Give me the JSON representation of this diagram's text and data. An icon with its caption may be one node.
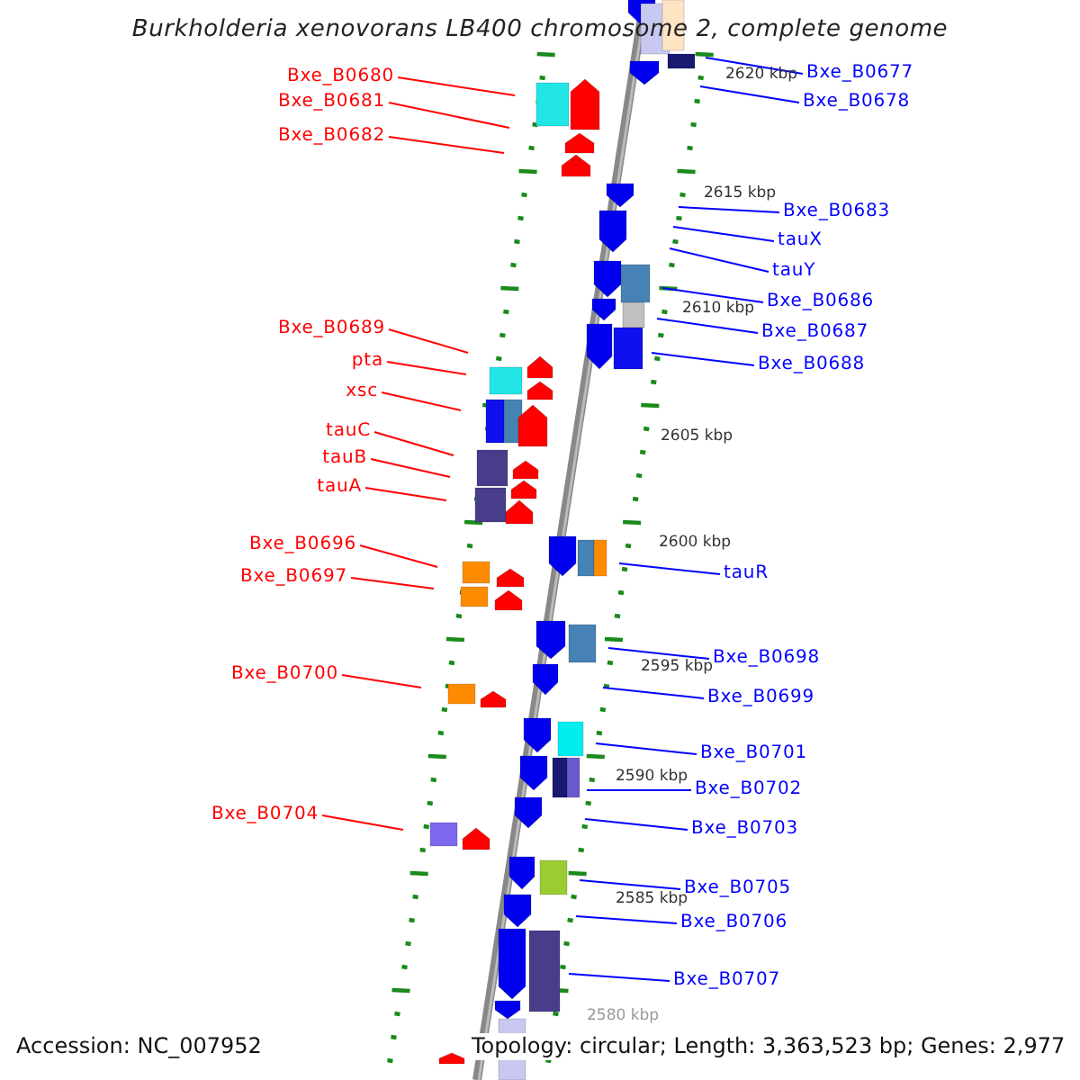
{
  "diagram": {
    "title": "Burkholderia xenovorans LB400 chromosome 2, complete genome",
    "nodes": [
      {
        "text": [
          "Bxe_B0677"
        ]
      },
      {
        "text": [
          "Bxe_B0680"
        ]
      },
      {
        "text": [
          "Bxe_B0678"
        ]
      },
      {
        "text": [
          "Bxe_B0681"
        ]
      },
      {
        "text": [
          "Bxe_B0682"
        ]
      },
      {
        "text": [
          "Bxe_B0683"
        ]
      },
      {
        "text": [
          "tauX"
        ]
      },
      {
        "text": [
          "tauY"
        ]
      },
      {
        "text": [
          "Bxe_B0686"
        ]
      },
      {
        "text": [
          "Bxe_B0689"
        ]
      },
      {
        "text": [
          "Bxe_B0687"
        ]
      },
      {
        "text": [
          "pta"
        ]
      },
      {
        "text": [
          "Bxe_B0688"
        ]
      },
      {
        "text": [
          "xsc"
        ]
      },
      {
        "text": [
          "tauC"
        ]
      },
      {
        "text": [
          "tauB"
        ]
      },
      {
        "text": [
          "tauA"
        ]
      },
      {
        "text": [
          "Bxe_B0696"
        ]
      },
      {
        "text": [
          "tauR"
        ]
      },
      {
        "text": [
          "Bxe_B0697"
        ]
      },
      {
        "text": [
          "Bxe_B0698"
        ]
      },
      {
        "text": [
          "Bxe_B0700"
        ]
      },
      {
        "text": [
          "Bxe_B0699"
        ]
      },
      {
        "text": [
          "Bxe_B0701"
        ]
      },
      {
        "text": [
          "Bxe_B0702"
        ]
      },
      {
        "text": [
          "Bxe_B0704"
        ]
      },
      {
        "text": [
          "Bxe_B0703"
        ]
      },
      {
        "text": [
          "Bxe_B0705"
        ]
      },
      {
        "text": [
          "Bxe_B0706"
        ]
      },
      {
        "text": [
          "Bxe_B0707"
        ]
      }
    ],
    "edges": [
      {
        "from": 0,
        "to": null,
        "arrow": "none"
      },
      {
        "from": 1,
        "to": null,
        "arrow": "none",
        "color": "#ff0000"
      },
      {
        "from": 2,
        "to": null,
        "arrow": "none"
      },
      {
        "from": 3,
        "to": null,
        "arrow": "none",
        "color": "#ff0000"
      },
      {
        "from": 4,
        "to": null,
        "arrow": "none",
        "color": "#ff0000"
      },
      {
        "from": 5,
        "to": null,
        "arrow": "none"
      },
      {
        "from": 6,
        "to": null,
        "arrow": "none"
      },
      {
        "from": 7,
        "to": null,
        "arrow": "none"
      },
      {
        "from": 8,
        "to": null,
        "arrow": "none"
      },
      {
        "from": 9,
        "to": null,
        "arrow": "none",
        "color": "#ff0000"
      },
      {
        "from": 10,
        "to": null,
        "arrow": "none"
      },
      {
        "from": 11,
        "to": null,
        "arrow": "none",
        "color": "#ff0000"
      },
      {
        "from": 12,
        "to": null,
        "arrow": "none"
      },
      {
        "from": 13,
        "to": null,
        "arrow": "none",
        "color": "#ff0000"
      },
      {
        "from": 14,
        "to": null,
        "arrow": "none",
        "color": "#ff0000"
      },
      {
        "from": 15,
        "to": null,
        "arrow": "none",
        "color": "#ff0000"
      },
      {
        "from": 16,
        "to": null,
        "arrow": "none",
        "color": "#ff0000"
      },
      {
        "from": 17,
        "to": null,
        "arrow": "none",
        "color": "#ff0000"
      },
      {
        "from": 18,
        "to": null,
        "arrow": "none"
      },
      {
        "from": 19,
        "to": null,
        "arrow": "none",
        "color": "#ff0000"
      },
      {
        "from": 20,
        "to": null,
        "arrow": "none"
      },
      {
        "from": 21,
        "to": null,
        "arrow": "none",
        "color": "#ff0000"
      },
      {
        "from": 22,
        "to": null,
        "arrow": "none"
      },
      {
        "from": 23,
        "to": null,
        "arrow": "none"
      },
      {
        "from": 24,
        "to": null,
        "arrow": "none"
      },
      {
        "from": 25,
        "to": null,
        "arrow": "none",
        "color": "#ff0000"
      },
      {
        "from": 26,
        "to": null,
        "arrow": "none"
      },
      {
        "from": 27,
        "to": null,
        "arrow": "none"
      },
      {
        "from": 28,
        "to": null,
        "arrow": "none"
      },
      {
        "from": 29,
        "to": null,
        "arrow": "none"
      }
    ],
    "labels": [
      "2620 kbp",
      "2615 kbp",
      "2610 kbp",
      "2605 kbp",
      "2600 kbp",
      "2595 kbp",
      "2590 kbp",
      "2585 kbp",
      "2580 kbp",
      "Accession: NC_007952",
      "Topology: circular; Length: 3,363,523 bp; Genes: 2,977"
    ]
  }
}
